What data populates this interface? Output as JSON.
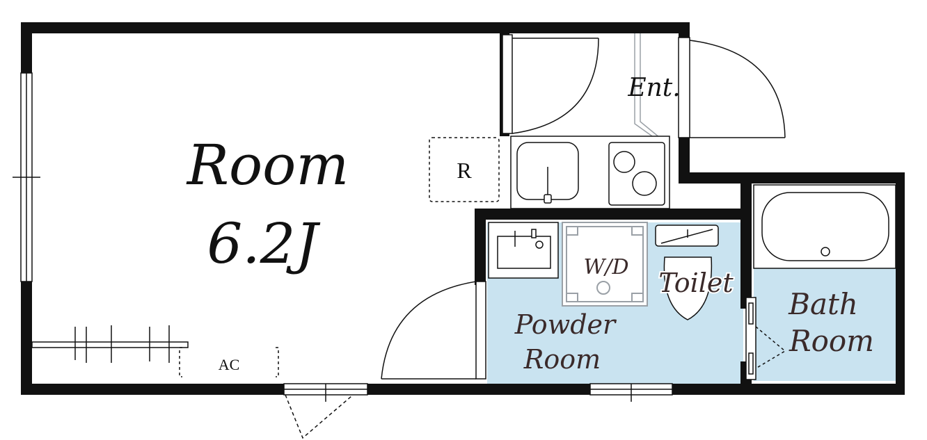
{
  "colors": {
    "wall": "#111111",
    "wet_area": "#c9e3f0",
    "fixture": "#9aa0a6",
    "label": "#3a2a2a",
    "background": "#ffffff"
  },
  "rooms": {
    "main_room_name": "Room",
    "main_room_size": "6.2J",
    "entrance": "Ent.",
    "powder_room_line1": "Powder",
    "powder_room_line2": "Room",
    "washer_dryer": "W/D",
    "toilet": "Toilet",
    "bath_room_line1": "Bath",
    "bath_room_line2": "Room"
  },
  "fixtures": {
    "refrigerator": "R",
    "air_conditioner": "AC"
  }
}
